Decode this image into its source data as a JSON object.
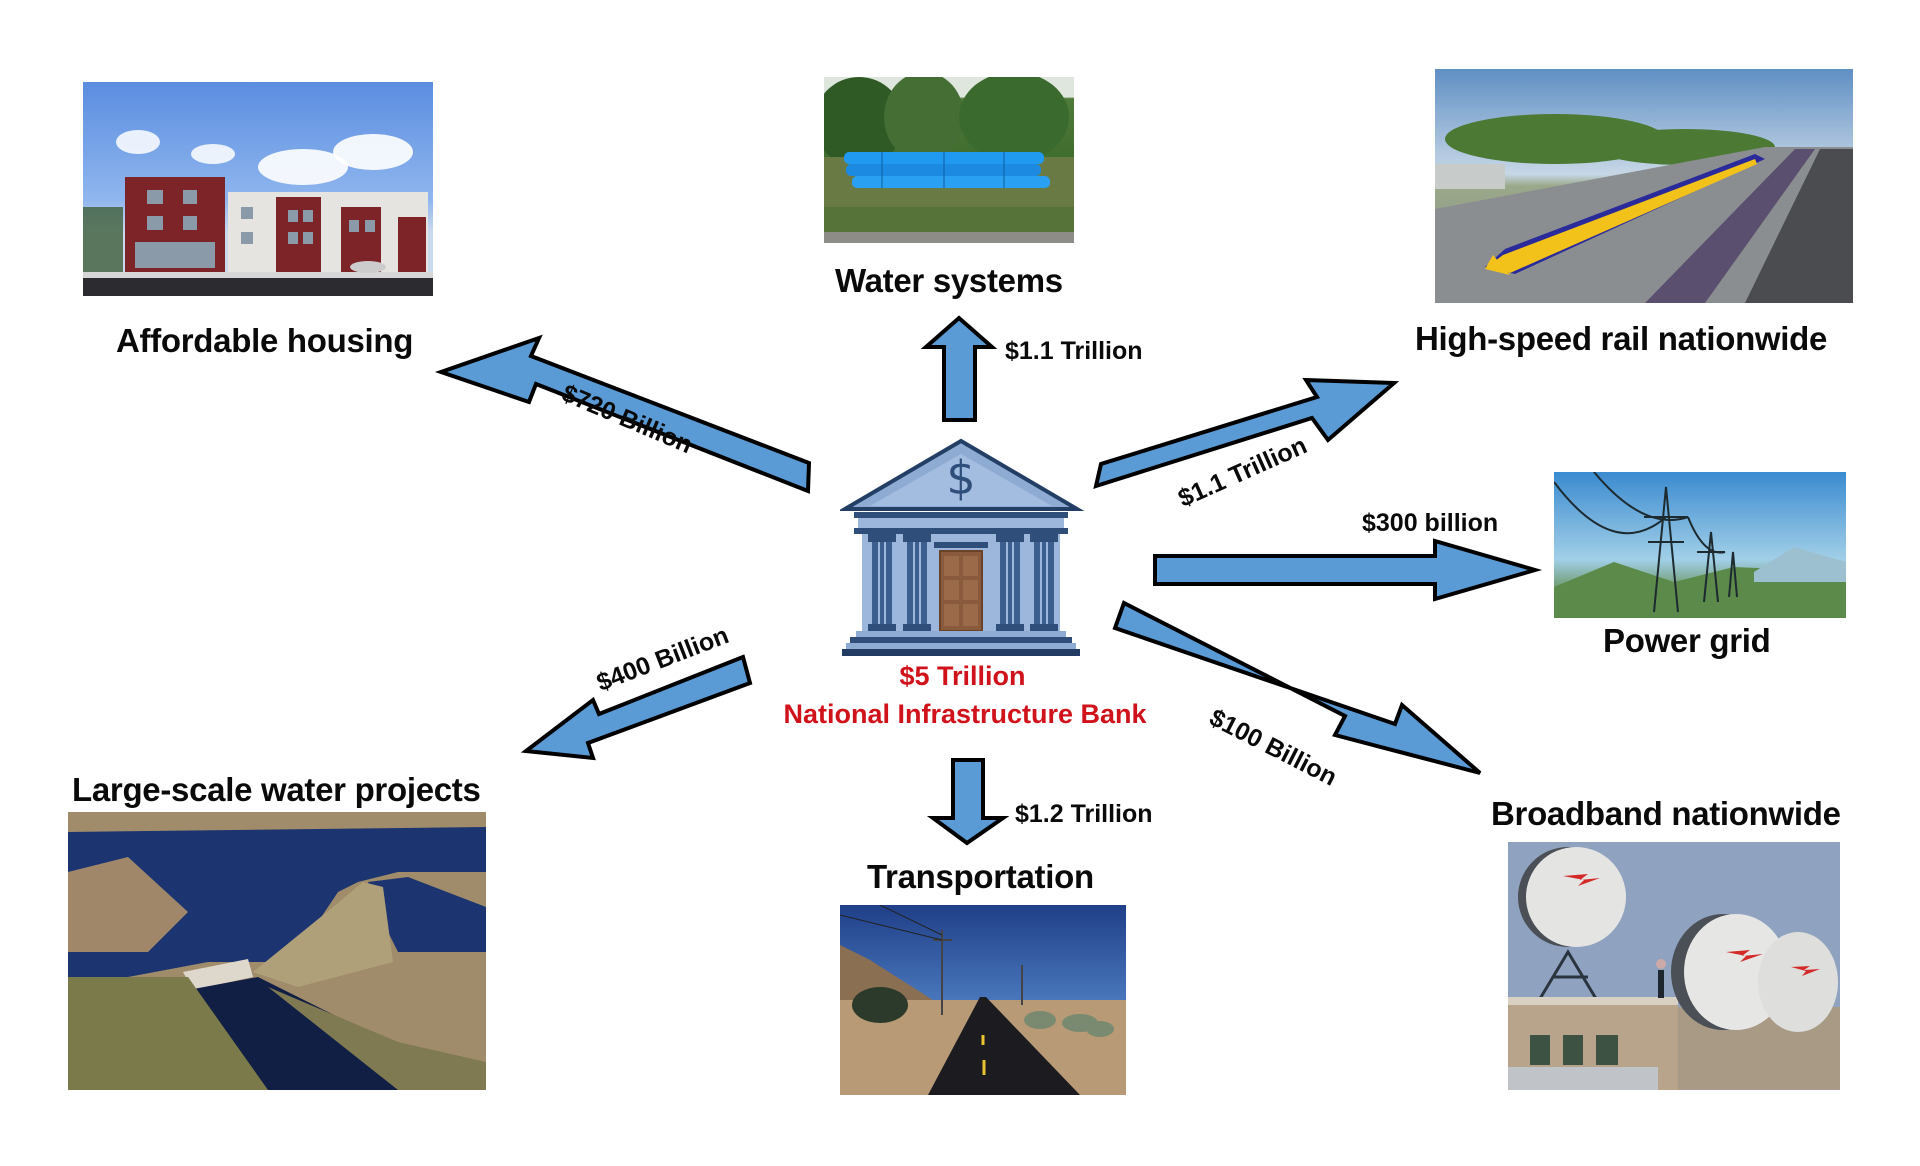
{
  "center": {
    "icon": "bank-building-icon",
    "amount": "$5 Trillion",
    "name": "National Infrastructure Bank",
    "text_color": "#d0121b"
  },
  "arrow_color": "#5b9bd5",
  "destinations": [
    {
      "id": "affordable-housing",
      "label": "Affordable housing",
      "amount": "$720 Billion",
      "image": "apartment-buildings-photo"
    },
    {
      "id": "water-systems",
      "label": "Water systems",
      "amount": "$1.1 Trillion",
      "image": "blue-water-pipes-photo"
    },
    {
      "id": "high-speed-rail",
      "label": "High-speed rail nationwide",
      "amount": "$1.1 Trillion",
      "image": "bullet-train-photo"
    },
    {
      "id": "power-grid",
      "label": "Power grid",
      "amount": "$300 billion",
      "image": "transmission-towers-photo"
    },
    {
      "id": "broadband",
      "label": "Broadband nationwide",
      "amount": "$100 Billion",
      "image": "microwave-dishes-photo"
    },
    {
      "id": "transportation",
      "label": "Transportation",
      "amount": "$1.2 Trillion",
      "image": "desert-road-photo"
    },
    {
      "id": "large-scale-water",
      "label": "Large-scale water projects",
      "amount": "$400 Billion",
      "image": "dam-reservoir-photo"
    }
  ]
}
